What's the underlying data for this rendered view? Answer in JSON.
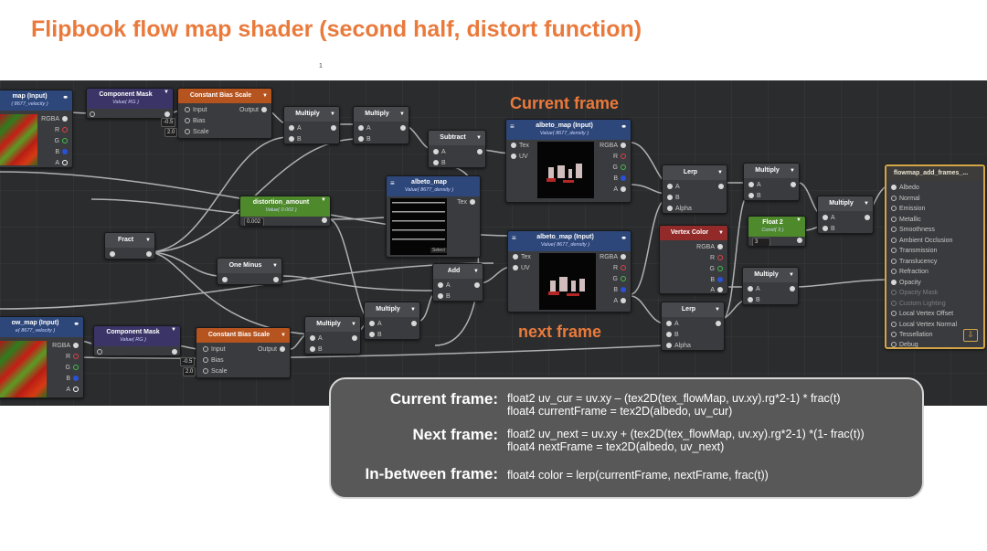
{
  "slide": {
    "title": "Flipbook flow map shader (second half, distort function)",
    "page_number": "1"
  },
  "annotations": {
    "current_frame": "Current frame",
    "next_frame": "next frame"
  },
  "nodes": {
    "flowmap_input_top": {
      "title": "map (Input)",
      "subtitle": "( 8677_velocity )",
      "ports": [
        "RGBA",
        "R",
        "G",
        "B",
        "A"
      ]
    },
    "flowmap_input_bottom": {
      "title": "ow_map (Input)",
      "subtitle": "e( 8677_velocity )",
      "ports": [
        "RGBA",
        "R",
        "G",
        "B",
        "A"
      ]
    },
    "component_mask_top": {
      "title": "Component Mask",
      "subtitle": "Value( RG )"
    },
    "component_mask_bottom": {
      "title": "Component Mask",
      "subtitle": "Value( RG )"
    },
    "constant_bias_scale_top": {
      "title": "Constant Bias Scale",
      "inputs": [
        "Input",
        "Bias",
        "Scale"
      ],
      "output": "Output",
      "bias_value": "-0.5",
      "scale_value": "2.0"
    },
    "constant_bias_scale_bottom": {
      "title": "Constant Bias Scale",
      "inputs": [
        "Input",
        "Bias",
        "Scale"
      ],
      "output": "Output",
      "bias_value": "-0.5",
      "scale_value": "2.0"
    },
    "multiply_1": {
      "title": "Multiply",
      "inputs": [
        "A",
        "B"
      ]
    },
    "multiply_2": {
      "title": "Multiply",
      "inputs": [
        "A",
        "B"
      ]
    },
    "multiply_3": {
      "title": "Multiply",
      "inputs": [
        "A",
        "B"
      ]
    },
    "multiply_4": {
      "title": "Multiply",
      "inputs": [
        "A",
        "B"
      ]
    },
    "multiply_5": {
      "title": "Multiply",
      "inputs": [
        "A",
        "B"
      ]
    },
    "multiply_6": {
      "title": "Multiply",
      "inputs": [
        "A",
        "B"
      ]
    },
    "multiply_7": {
      "title": "Multiply",
      "inputs": [
        "A",
        "B"
      ]
    },
    "subtract": {
      "title": "Subtract",
      "inputs": [
        "A",
        "B"
      ]
    },
    "add": {
      "title": "Add",
      "inputs": [
        "A",
        "B"
      ]
    },
    "fract": {
      "title": "Fract"
    },
    "one_minus": {
      "title": "One Minus"
    },
    "distortion_amount": {
      "title": "distortion_amount",
      "subtitle": "Value( 0.002 )",
      "value": "0.002"
    },
    "albeto_map_center": {
      "title": "albeto_map",
      "subtitle": "Value( 8677_density )",
      "output": "Tex",
      "button": "Select"
    },
    "albeto_map_current": {
      "title": "albeto_map (Input)",
      "subtitle": "Value( 8677_density )",
      "inputs": [
        "Tex",
        "UV"
      ],
      "outputs": [
        "RGBA",
        "R",
        "G",
        "B",
        "A"
      ]
    },
    "albeto_map_next": {
      "title": "albeto_map (Input)",
      "subtitle": "Value( 8677_density )",
      "inputs": [
        "Tex",
        "UV"
      ],
      "outputs": [
        "RGBA",
        "R",
        "G",
        "B",
        "A"
      ]
    },
    "lerp_top": {
      "title": "Lerp",
      "inputs": [
        "A",
        "B",
        "Alpha"
      ]
    },
    "lerp_bottom": {
      "title": "Lerp",
      "inputs": [
        "A",
        "B",
        "Alpha"
      ]
    },
    "vertex_color": {
      "title": "Vertex Color",
      "outputs": [
        "RGBA",
        "R",
        "G",
        "B",
        "A"
      ]
    },
    "float2": {
      "title": "Float 2",
      "subtitle": "Const( 3 )",
      "value": "3"
    },
    "output": {
      "title": "flowmap_add_frames_...",
      "inputs": [
        "Albedo",
        "Normal",
        "Emission",
        "Metallic",
        "Smoothness",
        "Ambient Occlusion",
        "Transmission",
        "Translucency",
        "Refraction",
        "Opacity",
        "Opacity Mask",
        "Custom Lighting",
        "Local Vertex Offset",
        "Local Vertex Normal",
        "Tessellation",
        "Debug"
      ]
    }
  },
  "code_box": {
    "current": {
      "label": "Current frame:",
      "lines": [
        "float2 uv_cur = uv.xy – (tex2D(tex_flowMap, uv.xy).rg*2-1) * frac(t)",
        "float4 currentFrame = tex2D(albedo, uv_cur)"
      ]
    },
    "next": {
      "label": "Next frame:",
      "lines": [
        "float2 uv_next = uv.xy + (tex2D(tex_flowMap, uv.xy).rg*2-1) *(1- frac(t))",
        "float4 nextFrame = tex2D(albedo, uv_next)"
      ]
    },
    "between": {
      "label": "In-between frame:",
      "lines": [
        "float4 color = lerp(currentFrame, nextFrame, frac(t))"
      ]
    }
  },
  "colors": {
    "accent_orange": "#ea7a3c",
    "canvas_bg": "#2b2c2e",
    "code_box_bg": "#585858",
    "output_selection": "#d4a646"
  }
}
